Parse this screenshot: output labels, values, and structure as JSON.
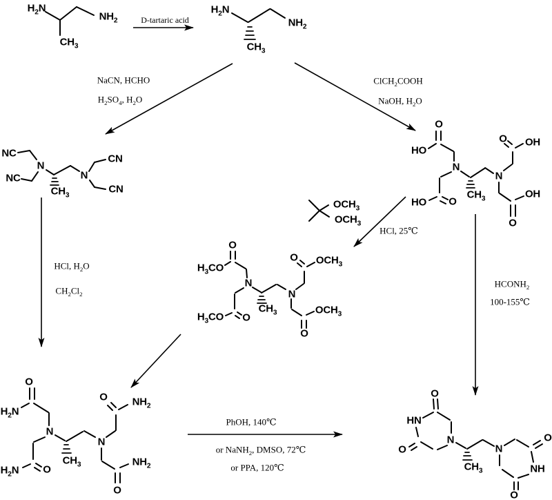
{
  "compounds": {
    "propylenediamine": {
      "h2n": "H_2N",
      "nh2": "NH_2",
      "ch3": "CH_3"
    },
    "s_propylenediamine": {
      "h2n": "H_2N",
      "nh2": "NH_2",
      "ch3": "CH_3"
    },
    "tetranitrile": {
      "nc_top": "NC",
      "nc_bottom": "NC",
      "n_left": "N",
      "n_right": "N",
      "cn_top": "CN",
      "cn_bottom": "CN",
      "ch3": "CH_3"
    },
    "tetraacid": {
      "o_tl": "O",
      "ho_tl": "HO",
      "n_left": "N",
      "n_right": "N",
      "ch3": "CH_3",
      "o_tr": "O",
      "oh_tr": "OH",
      "ho_bl": "HO",
      "o_bl": "O",
      "oh_br": "OH",
      "o_br": "O"
    },
    "dimethoxypropane": {
      "och3_top": "OCH_3",
      "och3_bottom": "OCH_3"
    },
    "tetraester": {
      "o_tl": "O",
      "h3co_tl": "H_3CO",
      "o_tr": "O",
      "och3_tr": "OCH_3",
      "n_left": "N",
      "n_right": "N",
      "ch3": "CH_3",
      "h3co_bl": "H_3CO",
      "o_bl": "O",
      "och3_br": "OCH_3",
      "o_br": "O"
    },
    "tetraamide": {
      "o_tl": "O",
      "h2n_tl": "H_2N",
      "o_tr": "O",
      "nh2_tr": "NH_2",
      "n_left": "N",
      "n_right": "N",
      "ch3": "CH_3",
      "h2n_bl": "H_2N",
      "o_bl": "O",
      "nh2_br": "NH_2",
      "o_br": "O"
    },
    "dexrazoxane": {
      "o_top": "O",
      "hn_left": "HN",
      "o_left": "O",
      "n_left": "N",
      "ch3": "CH_3",
      "n_right": "N",
      "o_tr": "O",
      "nh_right": "NH",
      "o_bottom": "O"
    }
  },
  "reagents": {
    "resolution": "D-tartaric acid",
    "cyanomethylation_1": "NaCN, HCHO",
    "cyanomethylation_2": "H_2SO_4, H_2O",
    "carboxymethylation_1": "ClCH_2COOH",
    "carboxymethylation_2": "NaOH, H_2O",
    "hydrolysis_1": "HCl, H_2O",
    "hydrolysis_2": "CH_2Cl_2",
    "esterification": "HCl, 25℃",
    "cyclization_right_1": "HCONH_2",
    "cyclization_right_2": "100-155℃",
    "cyclization_bottom_1": "PhOH, 140℃",
    "cyclization_bottom_2": "or NaNH_2, DMSO, 72℃",
    "cyclization_bottom_3": "or PPA, 120℃"
  }
}
